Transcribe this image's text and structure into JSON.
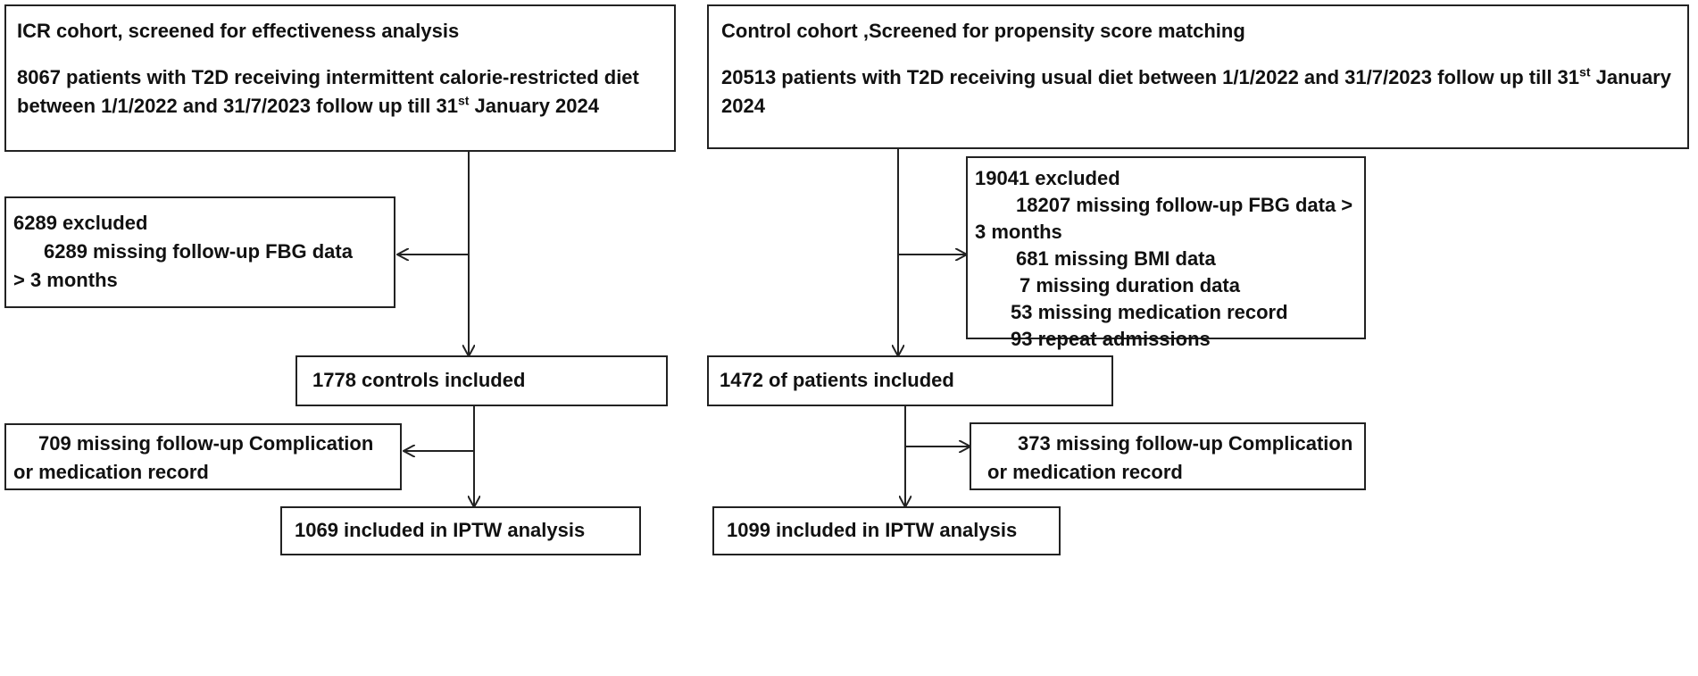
{
  "left": {
    "cohort_box": {
      "title": "ICR cohort, screened for effectiveness analysis",
      "desc_a": "8067 patients with T2D receiving intermittent calorie-restricted diet between 1/1/2022 and 31/7/2023 follow up till 31",
      "desc_sup": "st",
      "desc_b": " January 2024"
    },
    "excluded_box": {
      "header": "6289 excluded",
      "line1": "6289 missing follow-up FBG data",
      "line2": "> 3 months"
    },
    "included_box": {
      "text": "1778 controls included"
    },
    "missing_box": {
      "line1": "709 missing follow-up Complication",
      "line2": "or  medication  record"
    },
    "final_box": {
      "text": "1069  included in  IPTW analysis"
    }
  },
  "right": {
    "cohort_box": {
      "title": "Control cohort ,Screened for propensity score matching",
      "desc_a": "20513 patients with T2D receiving usual diet between 1/1/2022 and 31/7/2023 follow up till 31",
      "desc_sup": "st",
      "desc_b": " January 2024"
    },
    "excluded_box": {
      "header": "19041 excluded",
      "line1": "18207 missing follow-up FBG data >",
      "line1b": "3 months",
      "line2": "681 missing BMI data",
      "line3": "7 missing duration data",
      "line4": "53 missing  medication record",
      "line5": "93 repeat admissions"
    },
    "included_box": {
      "text": "1472 of patients included"
    },
    "missing_box": {
      "line1": "373 missing follow-up Complication",
      "line2": "or  medication  record"
    },
    "final_box": {
      "text": "1099  included in   IPTW analysis"
    }
  }
}
